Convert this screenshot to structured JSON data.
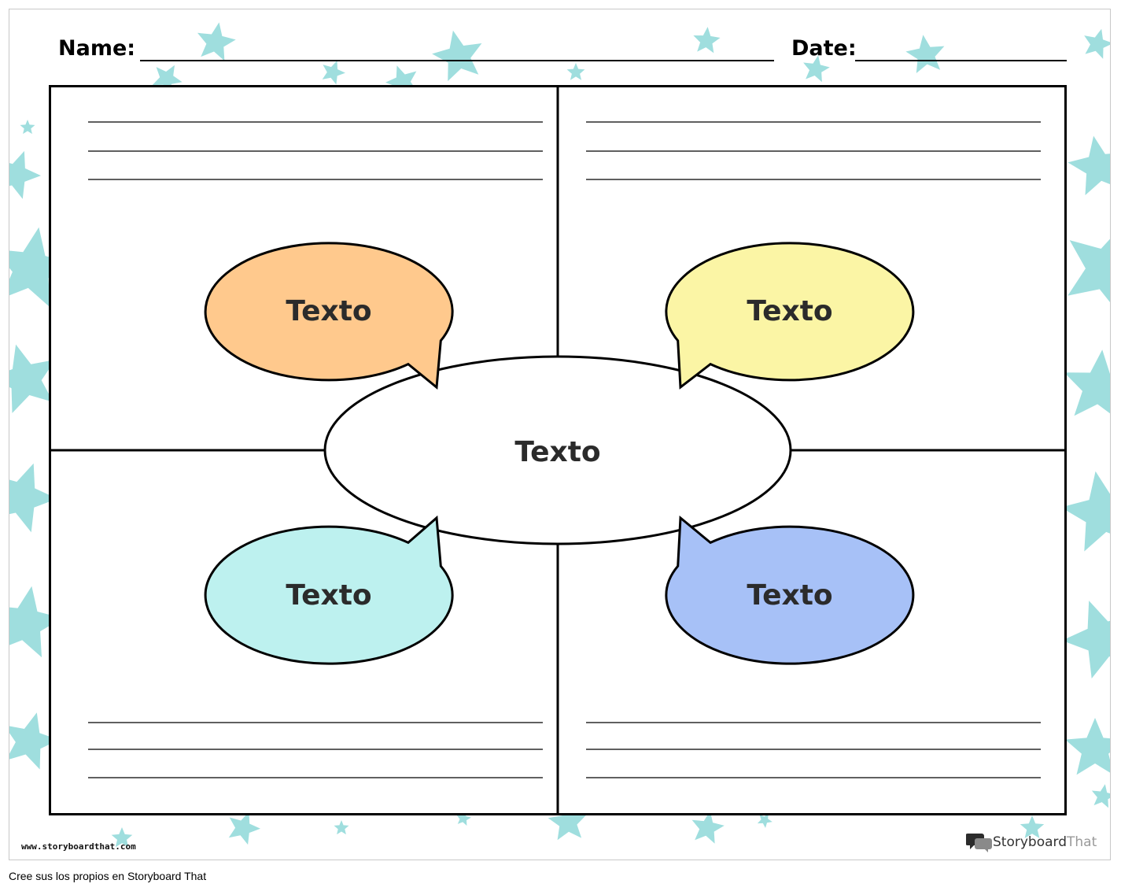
{
  "header": {
    "name_label": "Name:",
    "date_label": "Date:"
  },
  "bubbles": {
    "center": {
      "text": "Texto",
      "fill": "#ffffff"
    },
    "top_left": {
      "text": "Texto",
      "fill": "#ffc98d"
    },
    "top_right": {
      "text": "Texto",
      "fill": "#fbf5a5"
    },
    "bottom_left": {
      "text": "Texto",
      "fill": "#bdf1ef"
    },
    "bottom_right": {
      "text": "Texto",
      "fill": "#a7c1f7"
    }
  },
  "colors": {
    "star_accent": "#9adcdc",
    "border": "#000000"
  },
  "footer": {
    "site_url": "www.storyboardthat.com",
    "brand_name": "Storyboard",
    "brand_suffix": "That",
    "caption": "Cree sus los propios en Storyboard That"
  },
  "icons": {
    "brand_logo": "speech-bubbles-icon",
    "decoration": "star-icon"
  }
}
